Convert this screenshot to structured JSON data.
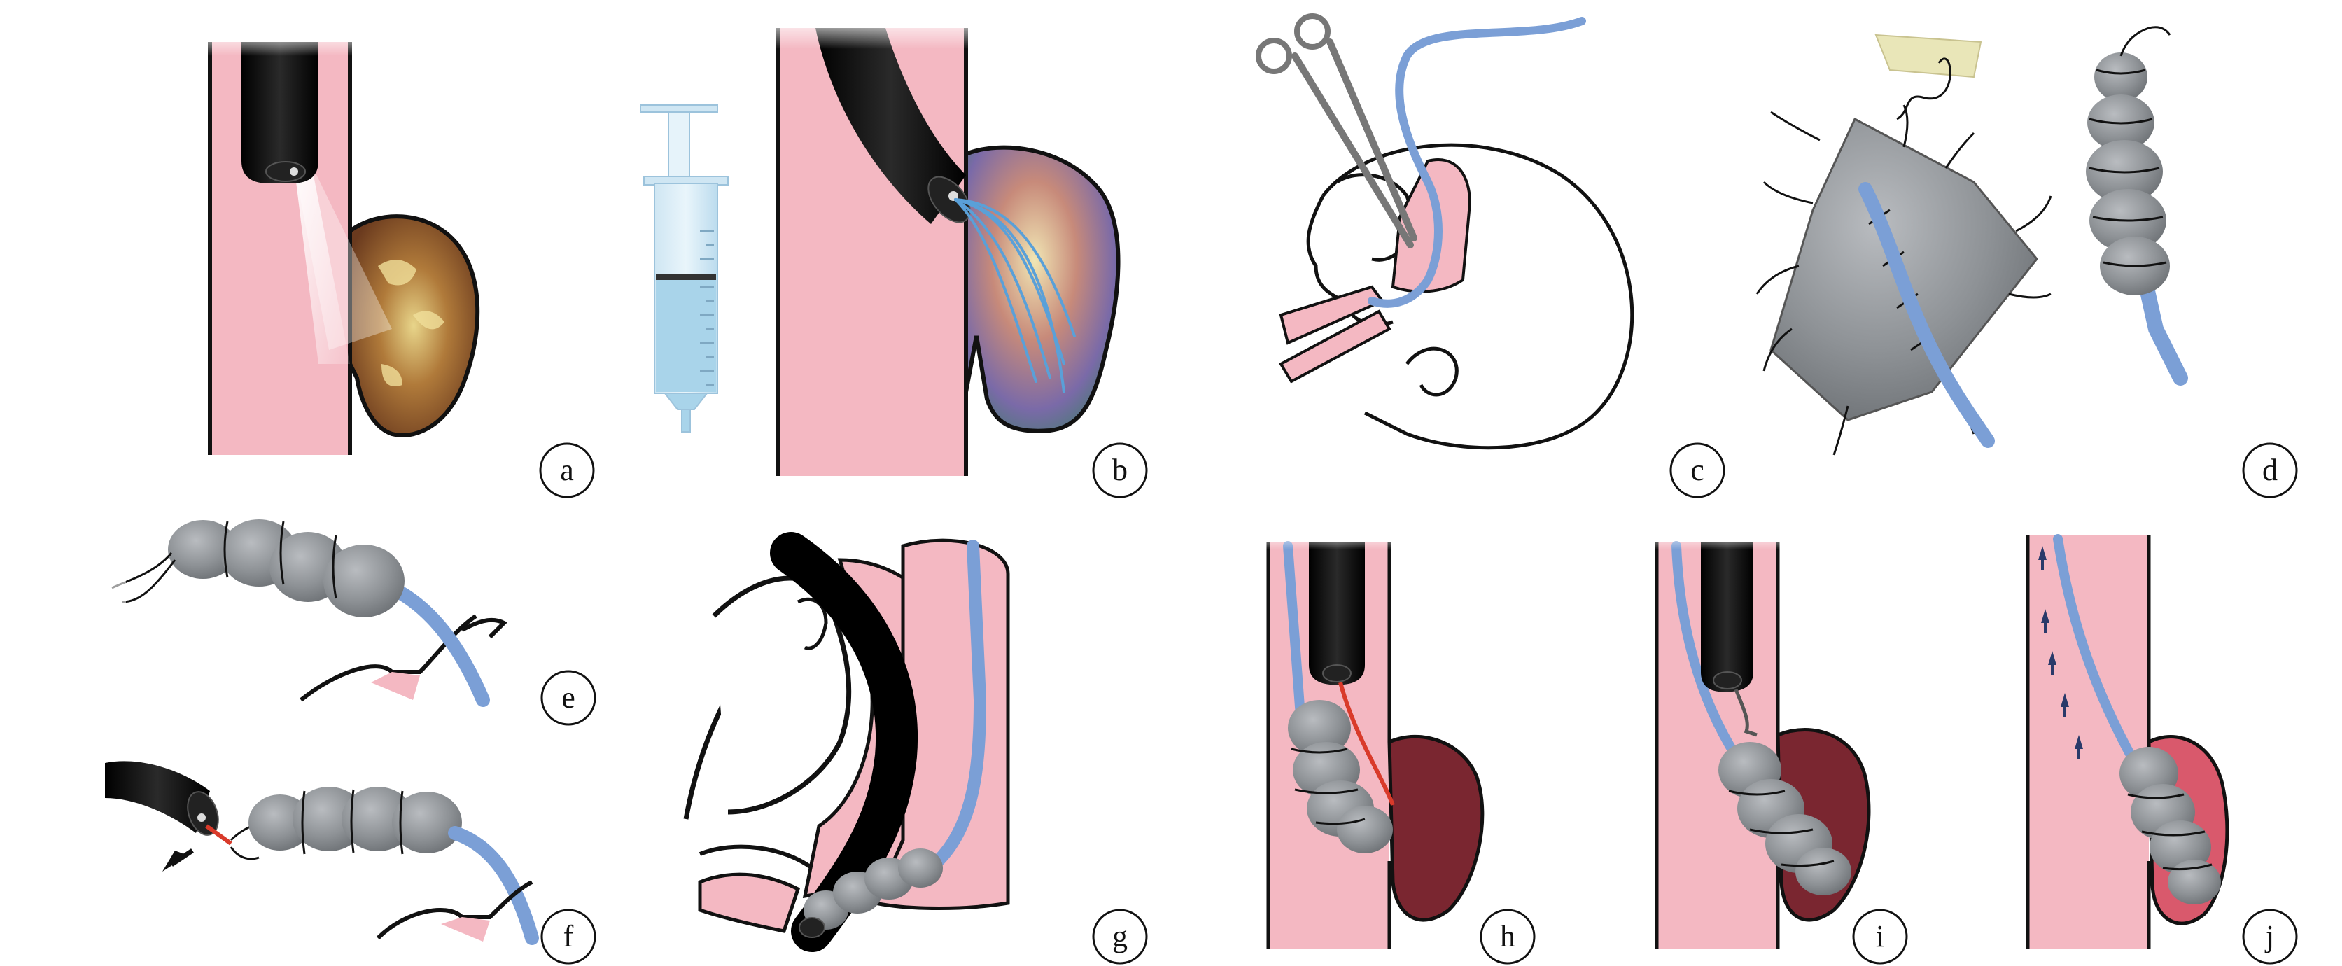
{
  "figure": {
    "panels": [
      {
        "id": "a",
        "label": "a"
      },
      {
        "id": "b",
        "label": "b"
      },
      {
        "id": "c",
        "label": "c"
      },
      {
        "id": "d",
        "label": "d"
      },
      {
        "id": "e",
        "label": "e"
      },
      {
        "id": "f",
        "label": "f"
      },
      {
        "id": "g",
        "label": "g"
      },
      {
        "id": "h",
        "label": "h"
      },
      {
        "id": "i",
        "label": "i"
      },
      {
        "id": "j",
        "label": "j"
      }
    ]
  },
  "colors": {
    "lumen_pink": "#f4b8c2",
    "endoscope_black": "#111111",
    "sponge_gray": "#8e9296",
    "tube_blue": "#7b9fd6",
    "cavity_dark_red": "#7a2630",
    "cavity_mottled": "#8a6a3a",
    "syringe_blue": "#a9d4ea",
    "suction_red": "#d93a2a",
    "outline": "#111111"
  }
}
